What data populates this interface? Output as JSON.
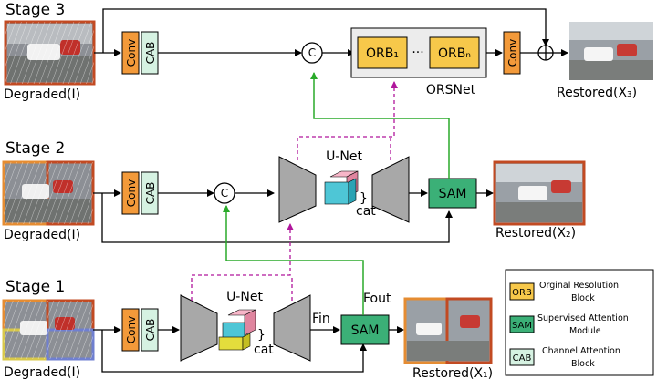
{
  "stages": {
    "stage3": {
      "title": "Stage 3",
      "input_label": "Degraded(I)",
      "output_label": "Restored(X₃)"
    },
    "stage2": {
      "title": "Stage 2",
      "input_label": "Degraded(I)",
      "output_label": "Restored(X₂)"
    },
    "stage1": {
      "title": "Stage 1",
      "input_label": "Degraded(I)",
      "output_label": "Restored(X₁)"
    }
  },
  "blocks": {
    "conv": "Conv",
    "cab": "CAB",
    "concat": "C",
    "orb_first": "ORB₁",
    "orb_dots": "···",
    "orb_last": "ORBₙ",
    "orsnet": "ORSNet",
    "unet": "U-Net",
    "sam": "SAM",
    "cat": "cat",
    "f_out": "Fout",
    "f_in": "Fin",
    "brace": "}"
  },
  "legend": [
    {
      "key": "ORB",
      "text_line1": "Orginal Resolution",
      "text_line2": "Block",
      "color": "#f7c84a"
    },
    {
      "key": "SAM",
      "text_line1": "Supervised Attention",
      "text_line2": "Module",
      "color": "#3bb077"
    },
    {
      "key": "CAB",
      "text_line1": "Channel Attention",
      "text_line2": "Block",
      "color": "#d6f2e2"
    }
  ],
  "colors": {
    "conv": "#f39a3a",
    "cab": "#d6f2e2",
    "orb": "#f7c84a",
    "sam": "#3bb077",
    "unet": "#a8a8a8",
    "green_arrow": "#2aaa2a",
    "magenta_arrow": "#b0169c",
    "image_frame": "#c24a22"
  }
}
